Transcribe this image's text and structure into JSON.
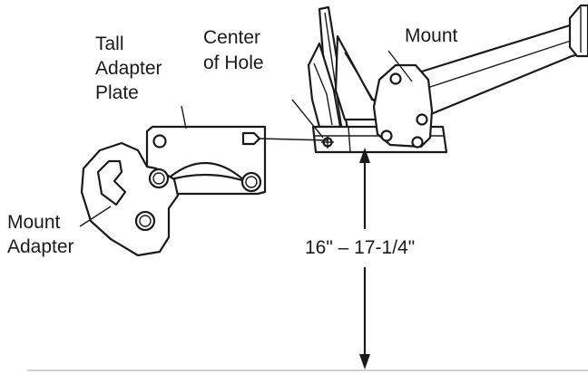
{
  "labels": {
    "tall_adapter_plate": [
      "Tall",
      "Adapter",
      "Plate"
    ],
    "center_of_hole": [
      "Center",
      "of Hole"
    ],
    "mount": "Mount",
    "mount_adapter": [
      "Mount",
      "Adapter"
    ],
    "dimension": "16\" – 17-1/4\""
  }
}
